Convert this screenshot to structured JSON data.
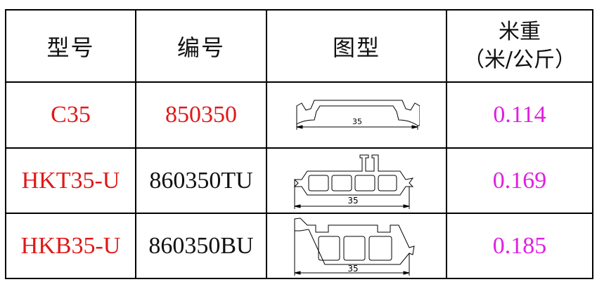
{
  "table": {
    "headers": {
      "model": "型号",
      "code": "编号",
      "profile": "图型",
      "weight_line1": "米重",
      "weight_line2": "（米/公斤）"
    },
    "rows": [
      {
        "model": "C35",
        "code": "850350",
        "code_color": "#e01818",
        "profile_icon": "c35-profile-drawing",
        "dimension": "35",
        "weight": "0.114"
      },
      {
        "model": "HKT35-U",
        "code": "860350TU",
        "code_color": "#111111",
        "profile_icon": "hkt35-u-profile-drawing",
        "dimension": "35",
        "weight": "0.169"
      },
      {
        "model": "HKB35-U",
        "code": "860350BU",
        "code_color": "#111111",
        "profile_icon": "hkb35-u-profile-drawing",
        "dimension": "35",
        "weight": "0.185"
      }
    ]
  },
  "colors": {
    "model_text": "#e01818",
    "weight_text": "#e020e0",
    "border": "#000000"
  }
}
